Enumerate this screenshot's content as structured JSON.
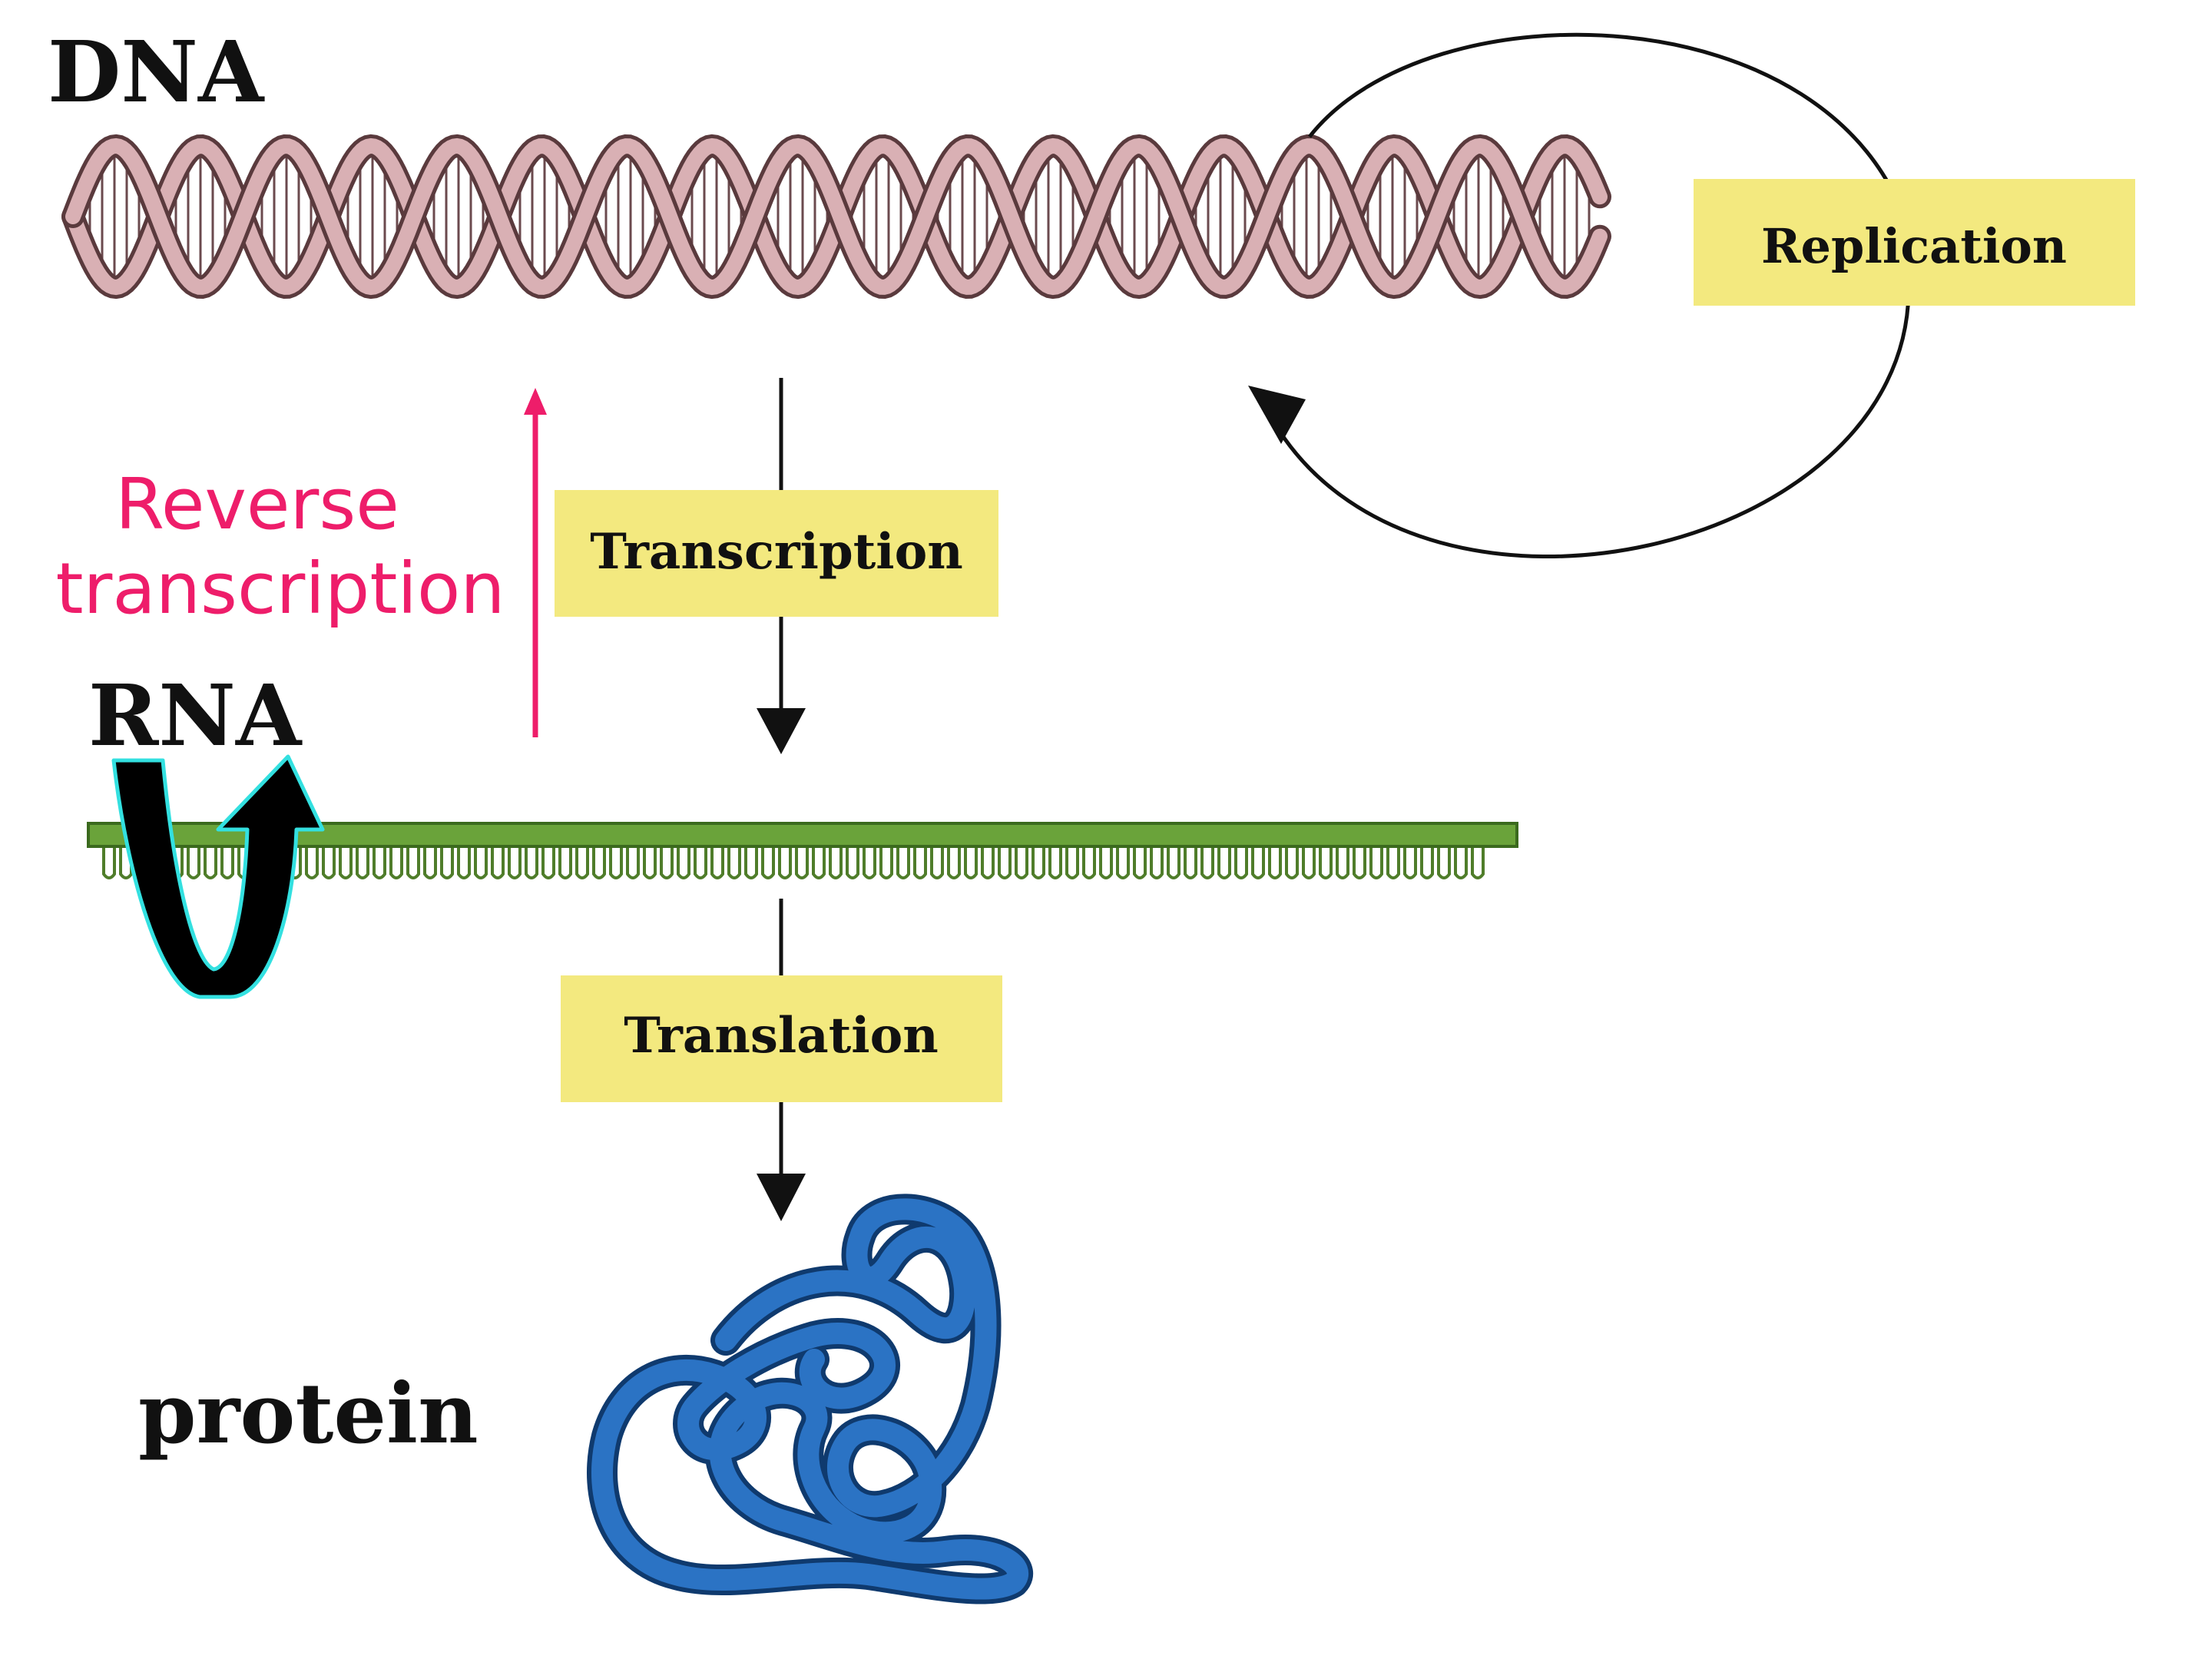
{
  "labels": {
    "dna": "DNA",
    "rna": "RNA",
    "protein": "protein",
    "replication": "Replication",
    "transcription": "Transcription",
    "translation": "Translation",
    "reverse_line1": "Reverse",
    "reverse_line2": "transcription"
  },
  "colors": {
    "process_box": "#f3e97f",
    "reverse_transcription": "#ee1d6a",
    "dna_strand": "#d9b0b4",
    "dna_outline": "#5a3a3d",
    "rna_strand": "#6aa33a",
    "protein": "#2b73c4",
    "loop_arrow_fill": "#000000",
    "loop_arrow_outline": "#33e0e0"
  }
}
